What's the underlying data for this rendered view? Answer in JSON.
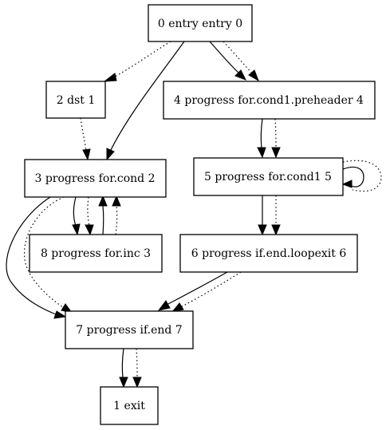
{
  "graph": {
    "nodes": [
      {
        "id": "n0",
        "label": "0 entry entry 0"
      },
      {
        "id": "n2",
        "label": "2 dst 1"
      },
      {
        "id": "n4",
        "label": "4 progress for.cond1.preheader 4"
      },
      {
        "id": "n3",
        "label": "3 progress for.cond 2"
      },
      {
        "id": "n5",
        "label": "5 progress for.cond1 5"
      },
      {
        "id": "n8",
        "label": "8 progress for.inc 3"
      },
      {
        "id": "n6",
        "label": "6 progress if.end.loopexit 6"
      },
      {
        "id": "n7",
        "label": "7 progress if.end 7"
      },
      {
        "id": "n1",
        "label": "1 exit"
      }
    ],
    "edges": [
      {
        "from": "n0",
        "to": "n2",
        "style": "dotted"
      },
      {
        "from": "n0",
        "to": "n3",
        "style": "solid"
      },
      {
        "from": "n0",
        "to": "n4",
        "style": "solid"
      },
      {
        "from": "n0",
        "to": "n4",
        "style": "dotted"
      },
      {
        "from": "n2",
        "to": "n3",
        "style": "dotted"
      },
      {
        "from": "n4",
        "to": "n5",
        "style": "solid"
      },
      {
        "from": "n4",
        "to": "n5",
        "style": "dotted"
      },
      {
        "from": "n5",
        "to": "n5",
        "style": "solid"
      },
      {
        "from": "n5",
        "to": "n5",
        "style": "dotted"
      },
      {
        "from": "n5",
        "to": "n6",
        "style": "solid"
      },
      {
        "from": "n5",
        "to": "n6",
        "style": "dotted"
      },
      {
        "from": "n3",
        "to": "n8",
        "style": "solid"
      },
      {
        "from": "n3",
        "to": "n8",
        "style": "dotted"
      },
      {
        "from": "n8",
        "to": "n3",
        "style": "solid"
      },
      {
        "from": "n8",
        "to": "n3",
        "style": "dotted"
      },
      {
        "from": "n3",
        "to": "n7",
        "style": "solid"
      },
      {
        "from": "n3",
        "to": "n7",
        "style": "dotted"
      },
      {
        "from": "n6",
        "to": "n7",
        "style": "solid"
      },
      {
        "from": "n6",
        "to": "n7",
        "style": "dotted"
      },
      {
        "from": "n7",
        "to": "n1",
        "style": "solid"
      },
      {
        "from": "n7",
        "to": "n1",
        "style": "dotted"
      }
    ]
  }
}
